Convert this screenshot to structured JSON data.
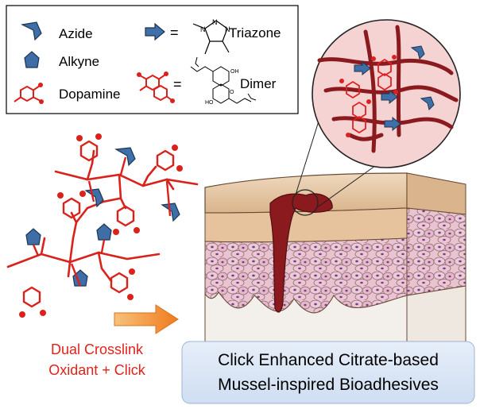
{
  "legend": {
    "items": [
      {
        "icon": "azide-icon",
        "label": "Azide"
      },
      {
        "icon": "alkyne-icon",
        "label": "Alkyne"
      },
      {
        "icon": "dopamine-icon",
        "label": "Dopamine"
      }
    ],
    "triazole_label": "Triazone",
    "dimer_label": "Dimer",
    "equals": "="
  },
  "caption": {
    "line1": "Dual Crosslink",
    "line2": "Oxidant + Click"
  },
  "title": {
    "line1": "Click Enhanced Citrate-based",
    "line2": "Mussel-inspired Bioadhesives"
  },
  "colors": {
    "polymer_red": "#d9221c",
    "dark_red": "#8b1a1f",
    "azide_blue": "#3e6fa8",
    "alkyne_blue": "#3f6ea6",
    "caption_red": "#e0231b",
    "title_box": "#dde8f6",
    "zoom_circle": "#f6d3d3",
    "skin_top": "#e3c8a6",
    "cell_pink": "#e7b4c6"
  }
}
